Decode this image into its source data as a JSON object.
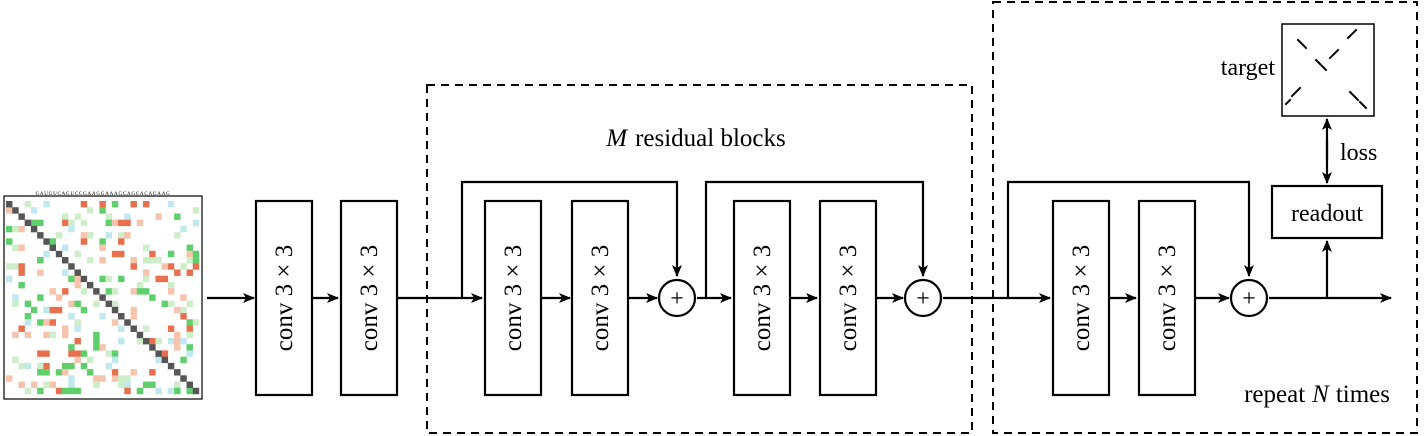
{
  "conv_label": "conv 3 × 3",
  "plus_symbol": "+",
  "residual_group": {
    "caption_var": "M",
    "caption_text": "residual blocks"
  },
  "repeat_group": {
    "caption_text_before": "repeat",
    "caption_var": "N",
    "caption_text_after": "times"
  },
  "readout_label": "readout",
  "loss_label": "loss",
  "target_label": "target",
  "input_sequence": "GAUGUCAGUCCGAAGGAAAGCAGCACAUAAG",
  "colors": {
    "green": "#5fcf6c",
    "light_green": "#cdeec8",
    "orange": "#e8704f",
    "light_orange": "#f6c3ad",
    "cyan": "#bfe8ef",
    "diagonal": "#555555"
  }
}
